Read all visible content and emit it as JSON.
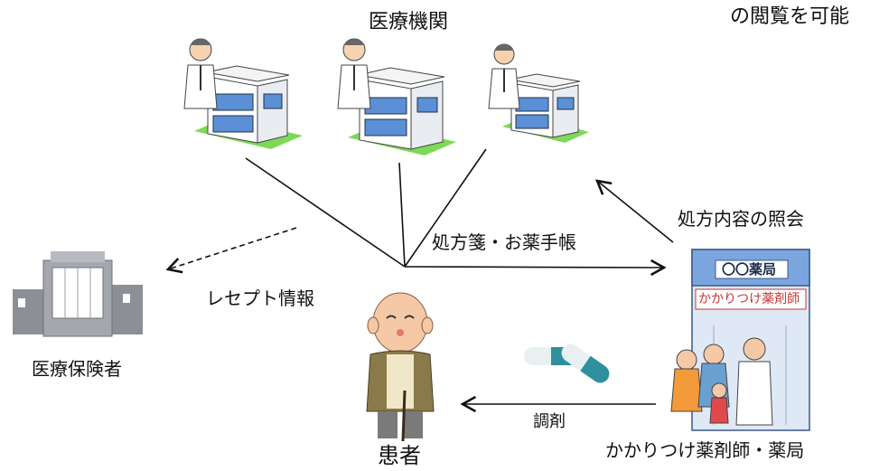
{
  "title_fragment": "の閲覧を可能",
  "nodes": {
    "medical_institutions": "医療機関",
    "insurer": "医療保険者",
    "patient": "患者",
    "pharmacy_caption": "かかりつけ薬剤師・薬局",
    "pharmacy_sign": "〇〇薬局",
    "pharmacy_banner": "かかりつけ薬剤師"
  },
  "edges": {
    "prescription": "処方箋・お薬手帳",
    "inquiry": "処方内容の照会",
    "receipt": "レセプト情報",
    "dispensing": "調剤"
  },
  "colors": {
    "building_blue": "#5b8fd6",
    "lawn_green": "#7ed957",
    "insurer_grey": "#8c9096",
    "capsule_teal": "#2f8f9c",
    "pharmacy_blue": "#7aa5de"
  }
}
